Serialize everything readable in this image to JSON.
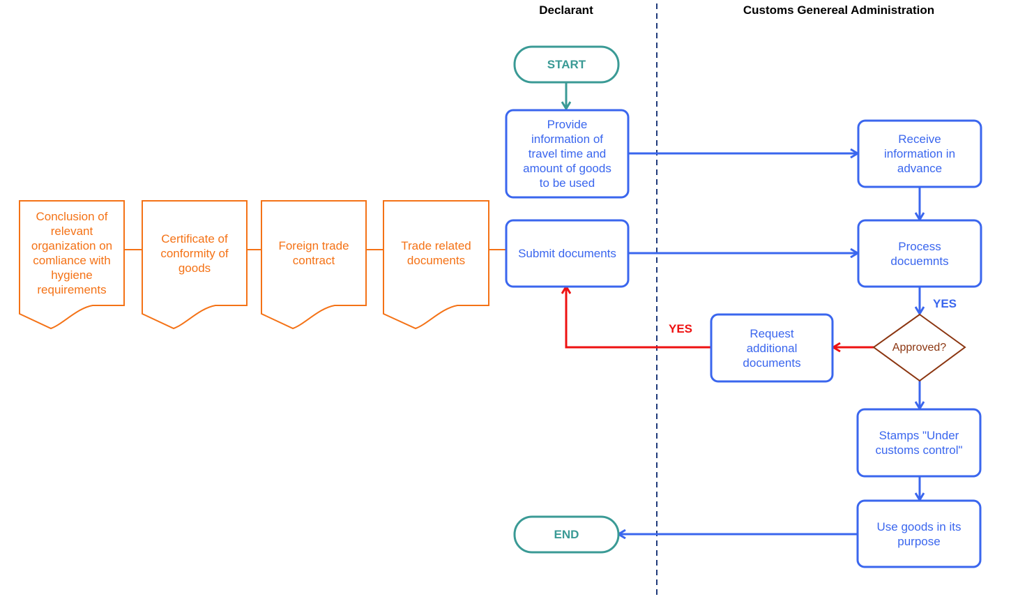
{
  "lanes": {
    "declarant": "Declarant",
    "customs": "Customs Genereal Administration"
  },
  "colors": {
    "process": "#3a66ee",
    "document": "#f47216",
    "terminal": "#3a9a95",
    "decision": "#8b3510",
    "reject": "#ee1111",
    "divider": "#1f3a7a"
  },
  "nodes": {
    "start": "START",
    "end": "END",
    "provide_info": "Provide\ninformation of\ntravel time and\namount of goods\nto be used",
    "submit_docs": "Submit documents",
    "receive_info": "Receive\ninformation in\nadvance",
    "process_docs": "Process\ndocuemnts",
    "approved": "Approved?",
    "request_docs": "Request\nadditional\ndocuments",
    "stamps": "Stamps \"Under\ncustoms control\"",
    "use_goods": "Use goods in its\npurpose"
  },
  "documents": [
    "Conclusion of\nrelevant\norganization on\ncomliance with\nhygiene\nrequirements",
    "Certificate of\nconformity of\ngoods",
    "Foreign trade\ncontract",
    "Trade related\ndocuments"
  ],
  "edge_labels": {
    "yes_approved": "YES",
    "yes_request": "YES"
  }
}
